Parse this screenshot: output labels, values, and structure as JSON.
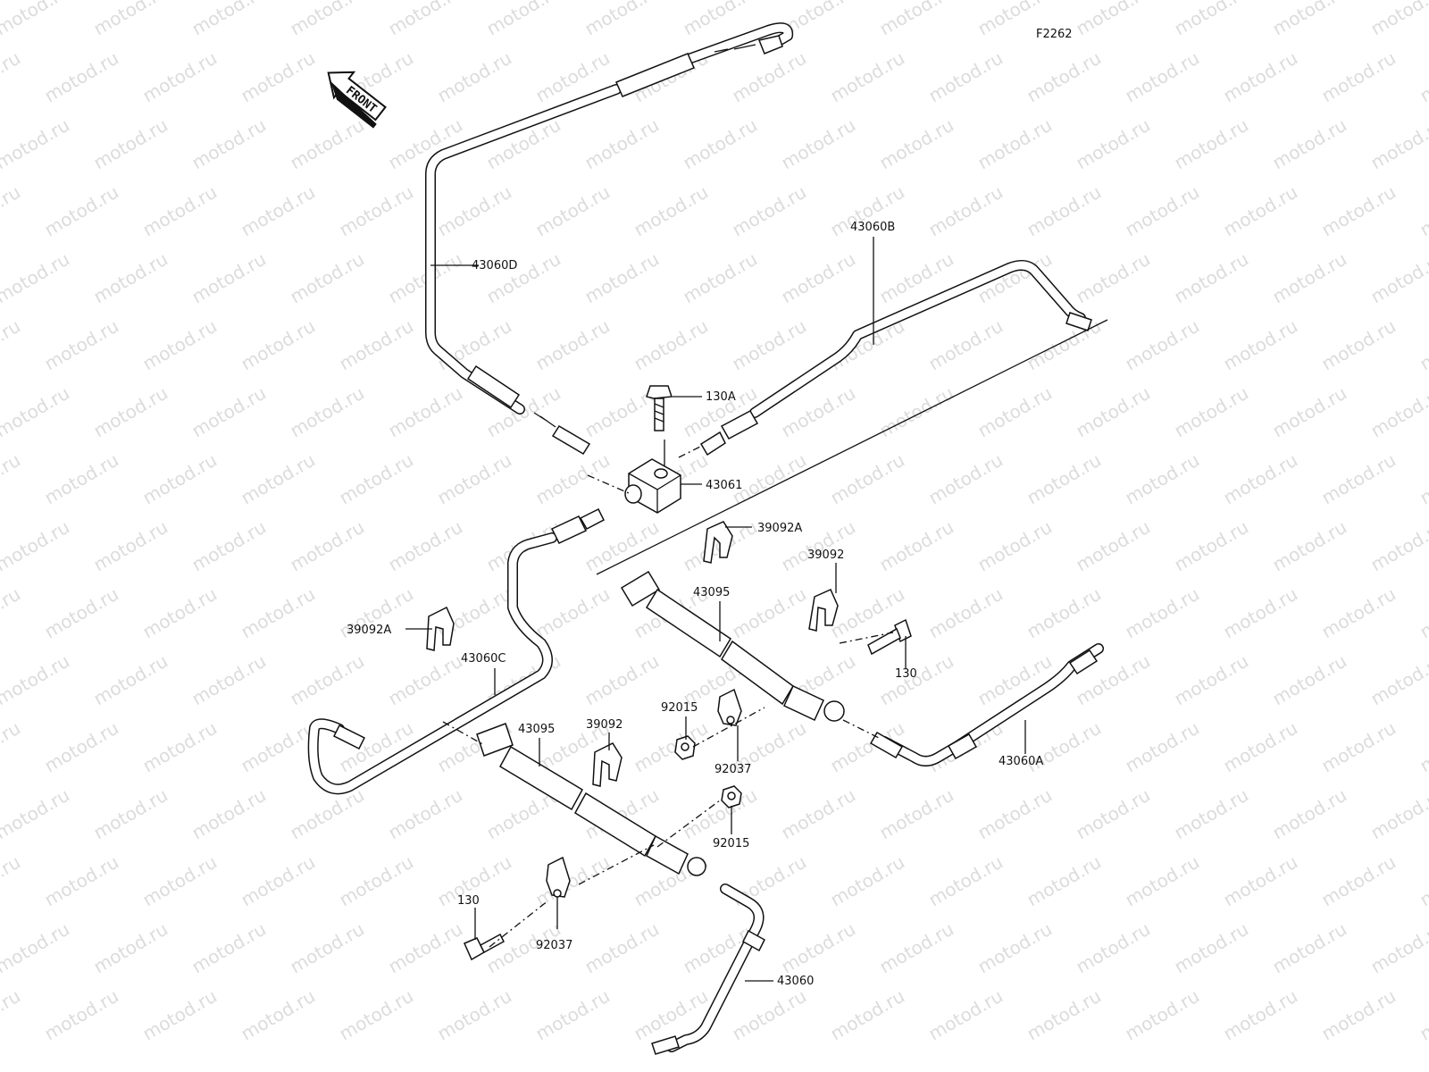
{
  "diagram_code": "F2262",
  "front_label": "FRONT",
  "watermark_text": "motod.ru",
  "labels": {
    "p43060D": "43060D",
    "p43060B": "43060B",
    "p130A": "130A",
    "p43061": "43061",
    "p39092A_top": "39092A",
    "p39092_right": "39092",
    "p43095_top": "43095",
    "p39092A_left": "39092A",
    "p43060C": "43060C",
    "p130_right": "130",
    "p92015_top": "92015",
    "p39092_mid": "39092",
    "p43095_bottom": "43095",
    "p92037_right": "92037",
    "p43060A": "43060A",
    "p92015_bottom": "92015",
    "p130_bottom": "130",
    "p92037_bottom": "92037",
    "p43060": "43060"
  },
  "colors": {
    "line": "#111111",
    "watermark": "#dcdcdc",
    "background": "#ffffff"
  }
}
